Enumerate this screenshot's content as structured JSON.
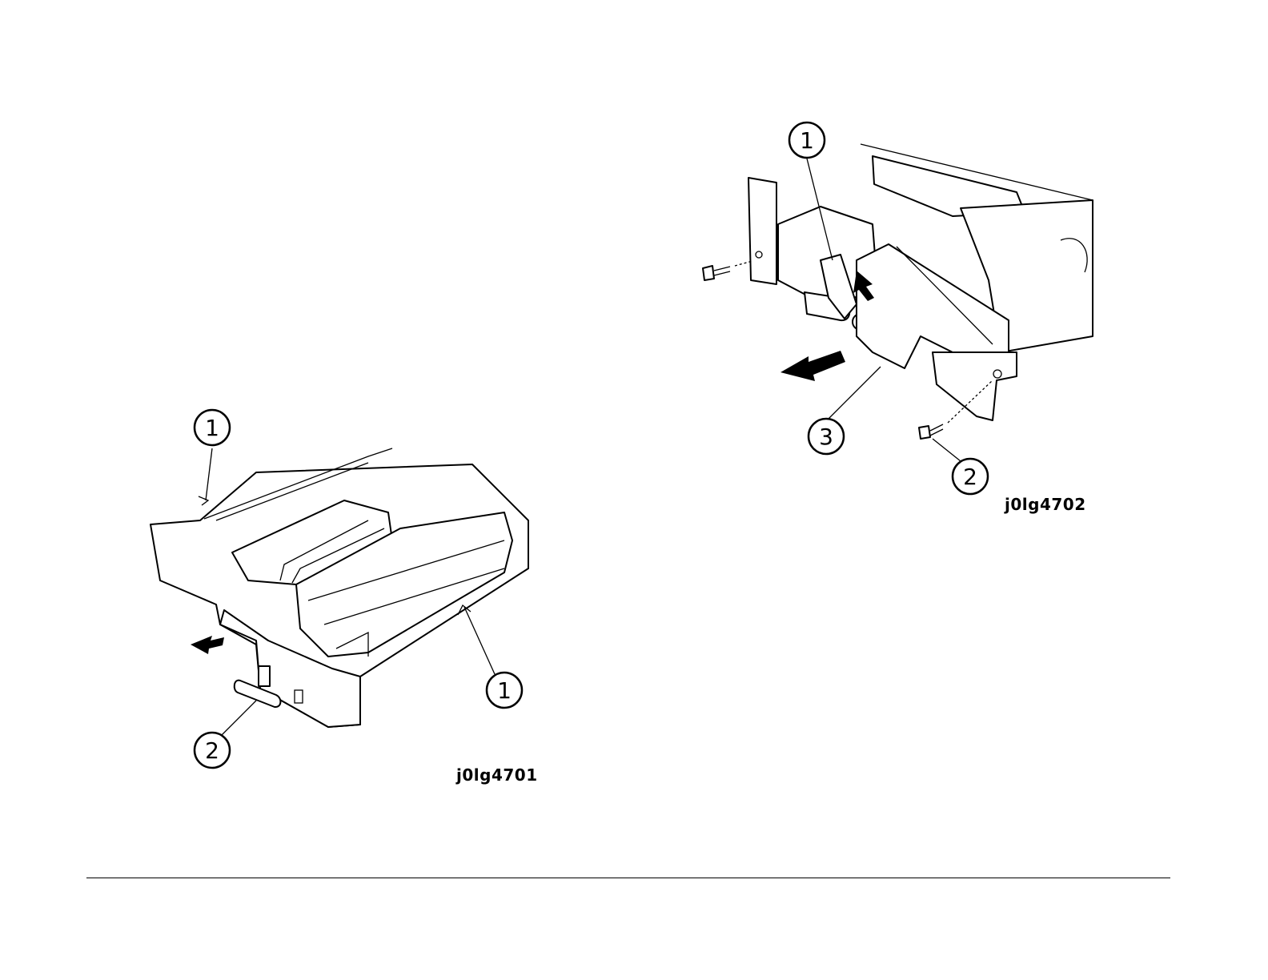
{
  "figures": [
    {
      "id": "j0lg4701",
      "callouts": [
        "1",
        "1",
        "2"
      ]
    },
    {
      "id": "j0lg4702",
      "callouts": [
        "1",
        "2",
        "3"
      ]
    }
  ]
}
